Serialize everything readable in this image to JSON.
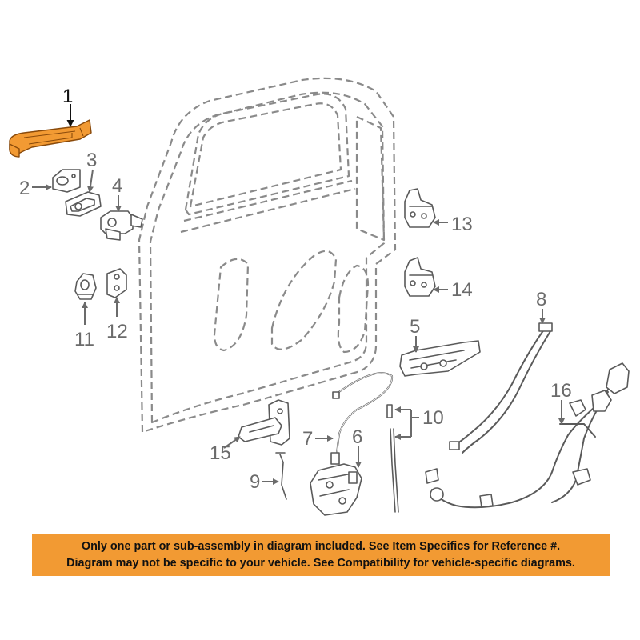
{
  "diagram": {
    "callouts": [
      {
        "id": "1",
        "label": "1"
      },
      {
        "id": "2",
        "label": "2"
      },
      {
        "id": "3",
        "label": "3"
      },
      {
        "id": "4",
        "label": "4"
      },
      {
        "id": "5",
        "label": "5"
      },
      {
        "id": "6",
        "label": "6"
      },
      {
        "id": "7",
        "label": "7"
      },
      {
        "id": "8",
        "label": "8"
      },
      {
        "id": "9",
        "label": "9"
      },
      {
        "id": "10",
        "label": "10"
      },
      {
        "id": "11",
        "label": "11"
      },
      {
        "id": "12",
        "label": "12"
      },
      {
        "id": "13",
        "label": "13"
      },
      {
        "id": "14",
        "label": "14"
      },
      {
        "id": "15",
        "label": "15"
      },
      {
        "id": "16",
        "label": "16"
      }
    ],
    "highlighted_part": "1",
    "highlight_color": "#f29a33"
  },
  "banner": {
    "line1": "Only one part or sub-assembly in diagram included. See Item Specifics for Reference #.",
    "line2": "Diagram may not be specific to your vehicle. See Compatibility for vehicle-specific diagrams.",
    "background": "#f29a33"
  }
}
